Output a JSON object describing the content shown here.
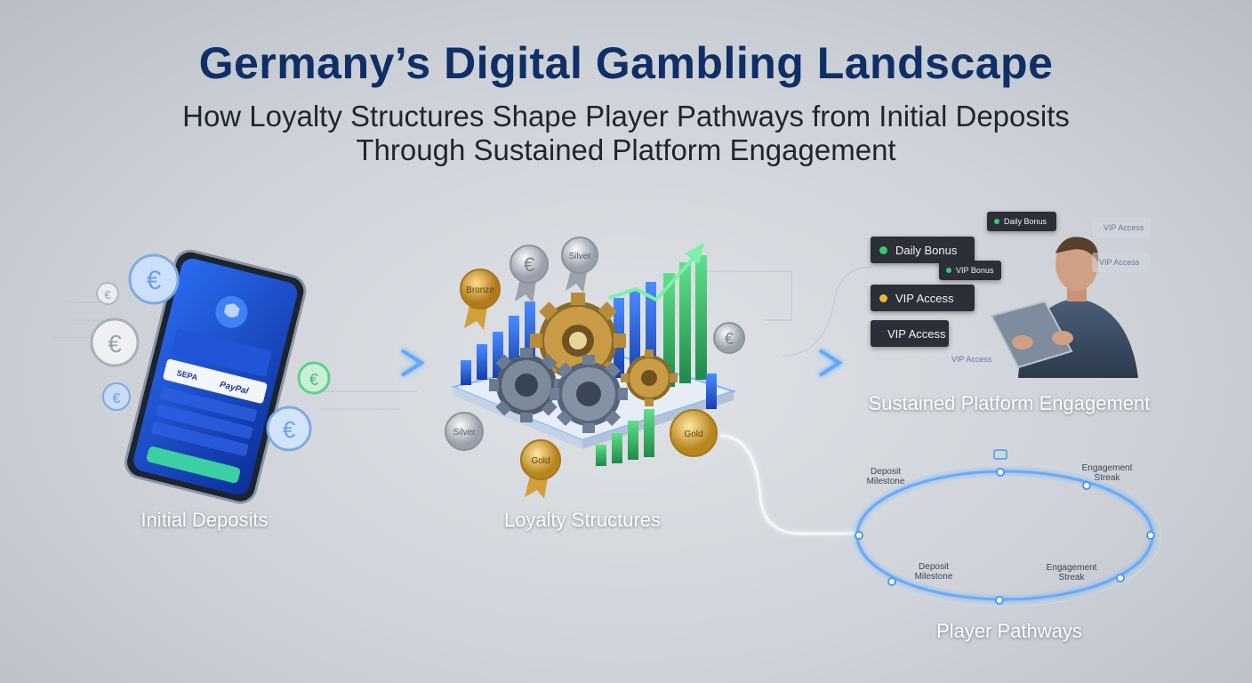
{
  "header": {
    "title": "Germany’s Digital Gambling Landscape",
    "subtitle": "How Loyalty Structures Shape Player Pathways from Initial Deposits Through Sustained Platform Engagement"
  },
  "stages": {
    "deposits": {
      "label": "Initial Deposits",
      "currency_symbol": "€",
      "payment_methods": [
        "SEPA",
        "PayPal"
      ]
    },
    "loyalty": {
      "label": "Loyalty Structures",
      "medals": [
        "Bronze",
        "Silver",
        "Gold",
        "Gold",
        "Silver"
      ]
    },
    "engagement": {
      "label": "Sustained Platform Engagement",
      "notifications": [
        "Daily Bonus",
        "VIP Access",
        "VIP Access",
        "Daily Bonus",
        "VIP Bonus",
        "VIP Access",
        "VIP Access",
        "VIP Access"
      ]
    },
    "pathways": {
      "label": "Player Pathways",
      "milestones": [
        "Deposit Milestone",
        "Engagement Streak",
        "Deposit Milestone",
        "Engagement Streak"
      ]
    }
  },
  "colors": {
    "title": "#0f2f66",
    "accent_blue": "#3f8cff",
    "accent_green": "#3cc870",
    "gold": "#c89a2e",
    "silver": "#a9afb8"
  },
  "icons": [
    "euro-coin-icon",
    "shield-icon",
    "gear-icon",
    "medal-icon",
    "trend-arrow-icon",
    "flow-arrow-icon",
    "tablet-icon",
    "person-icon"
  ]
}
